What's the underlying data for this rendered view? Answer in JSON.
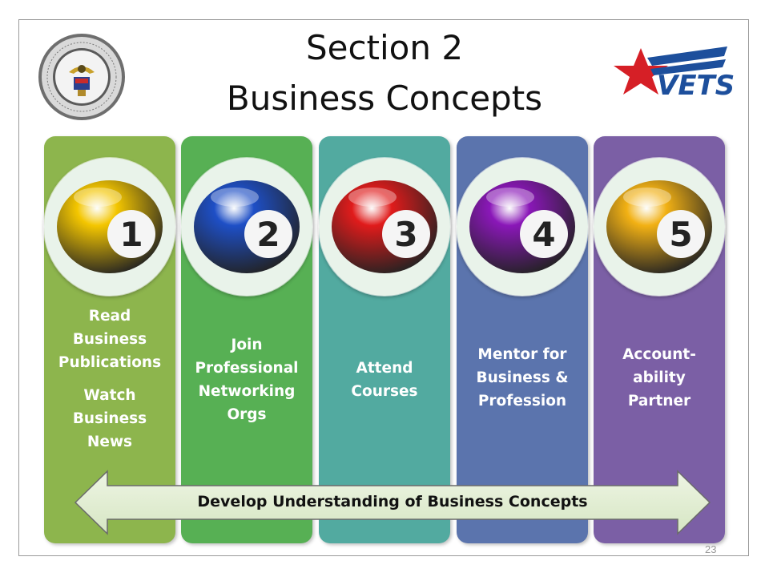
{
  "title": [
    "Section 2",
    "Business Concepts"
  ],
  "logos": {
    "left_seal": "department-of-labor-seal",
    "right_logo": "VETS"
  },
  "columns": [
    {
      "number": "1",
      "color": "#8db54d",
      "ball_color": "#f4c600",
      "lines": [
        "Read",
        "Business",
        "Publications"
      ],
      "lines2": [
        "Watch",
        "Business",
        "News"
      ]
    },
    {
      "number": "2",
      "color": "#57b054",
      "ball_color": "#1e4fc6",
      "lines": [
        "Join",
        "Professional",
        "Networking",
        "Orgs"
      ],
      "lines2": []
    },
    {
      "number": "3",
      "color": "#52aaa0",
      "ball_color": "#e01b1b",
      "lines": [
        "Attend",
        "Courses"
      ],
      "lines2": []
    },
    {
      "number": "4",
      "color": "#5b74ad",
      "ball_color": "#8a17b8",
      "lines": [
        "Mentor for",
        "Business &",
        "Profession"
      ],
      "lines2": []
    },
    {
      "number": "5",
      "color": "#7b5fa5",
      "ball_color": "#f2b114",
      "lines": [
        "Account-",
        "ability",
        "Partner"
      ],
      "lines2": []
    }
  ],
  "arrow_label": "Develop Understanding of Business Concepts",
  "page_number": "23"
}
